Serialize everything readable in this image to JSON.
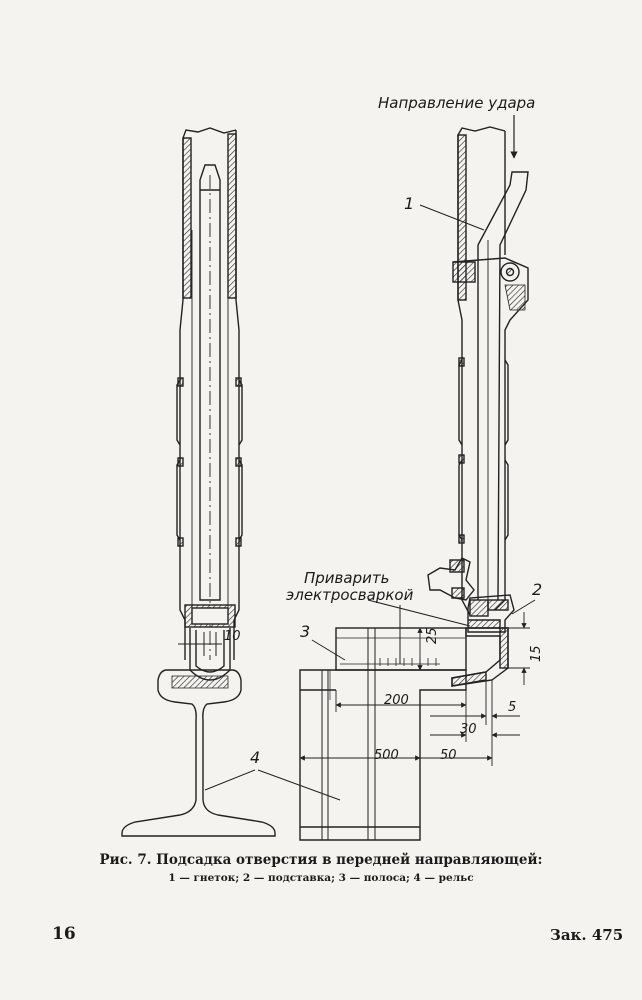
{
  "labels": {
    "direction": "Направление удара",
    "weld_line1": "Приварить",
    "weld_line2": "электросваркой",
    "part1": "1",
    "part2": "2",
    "part3": "3",
    "part4": "4"
  },
  "dimensions": {
    "d10": "10",
    "d25": "25",
    "d15": "15",
    "d200": "200",
    "d5": "5",
    "d30": "30",
    "d500": "500",
    "d50": "50"
  },
  "caption": {
    "fig_number": "Рис. 7.",
    "title": "Подсадка отверстия в передней направляющей:",
    "legend": "1 — гнеток; 2 — подставка; 3 — полоса; 4 — рельс"
  },
  "footer": {
    "page_number": "16",
    "order": "Зак. 475"
  }
}
